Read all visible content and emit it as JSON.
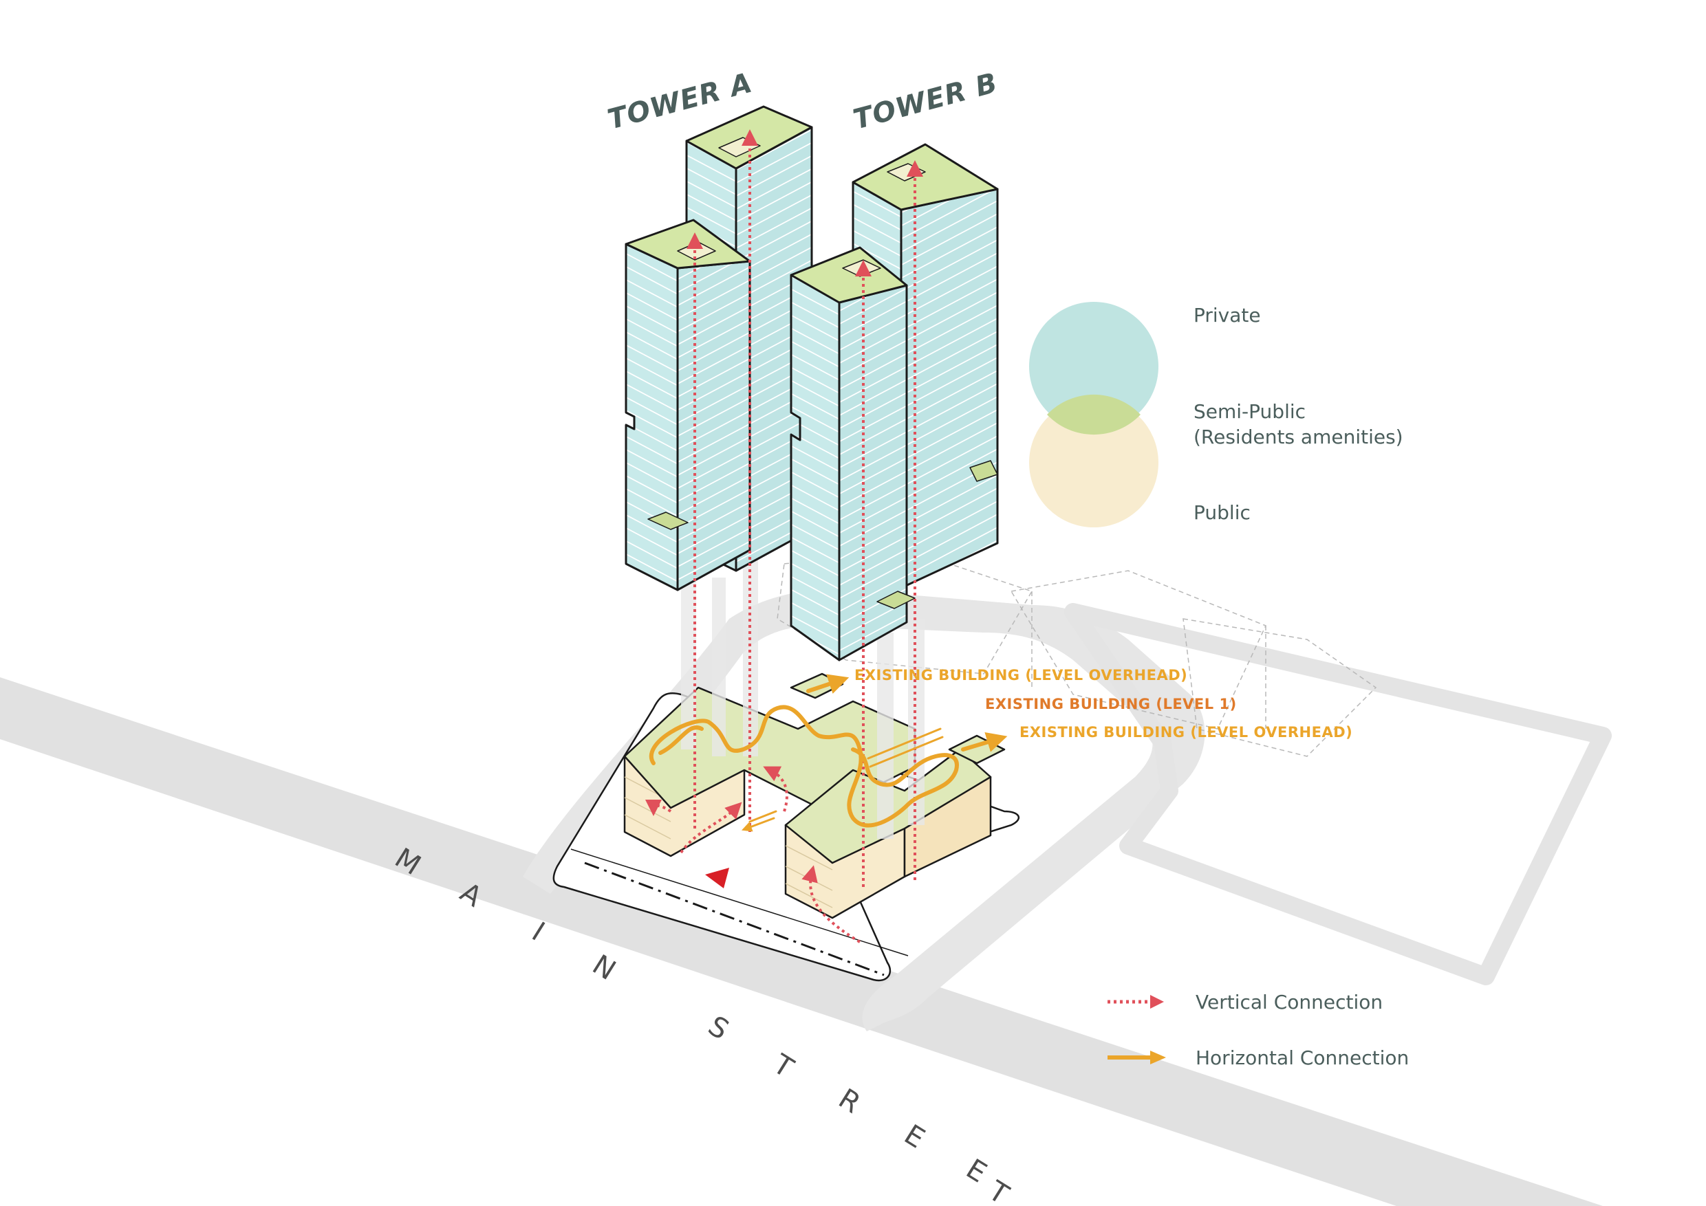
{
  "towers": {
    "a_label": "TOWER A",
    "b_label": "TOWER B"
  },
  "street": {
    "letters": [
      "M",
      "A",
      "I",
      "N",
      "S",
      "T",
      "R",
      "E",
      "E",
      "T"
    ]
  },
  "connections": {
    "label_1": "EXISTING BUILDING  (LEVEL OVERHEAD)",
    "label_2": "EXISTING BUILDING (LEVEL 1)",
    "label_3": "EXISTING BUILDING (LEVEL OVERHEAD)"
  },
  "zones_legend": {
    "private": "Private",
    "semi_public_1": "Semi-Public",
    "semi_public_2": "(Residents amenities)",
    "public": "Public"
  },
  "connection_legend": {
    "vertical": "Vertical Connection",
    "horizontal": "Horizontal Connection"
  },
  "colors": {
    "private": "#bfe4e1",
    "semi_public": "#c9dc96",
    "public": "#f8ebcc",
    "glass": "#c8eaea",
    "vertical_connection": "#e0505a",
    "horizontal_connection": "#eba52a",
    "level1_label": "#e07a2a",
    "ground": "#e3e3e3",
    "ink": "#1a1a1a"
  }
}
